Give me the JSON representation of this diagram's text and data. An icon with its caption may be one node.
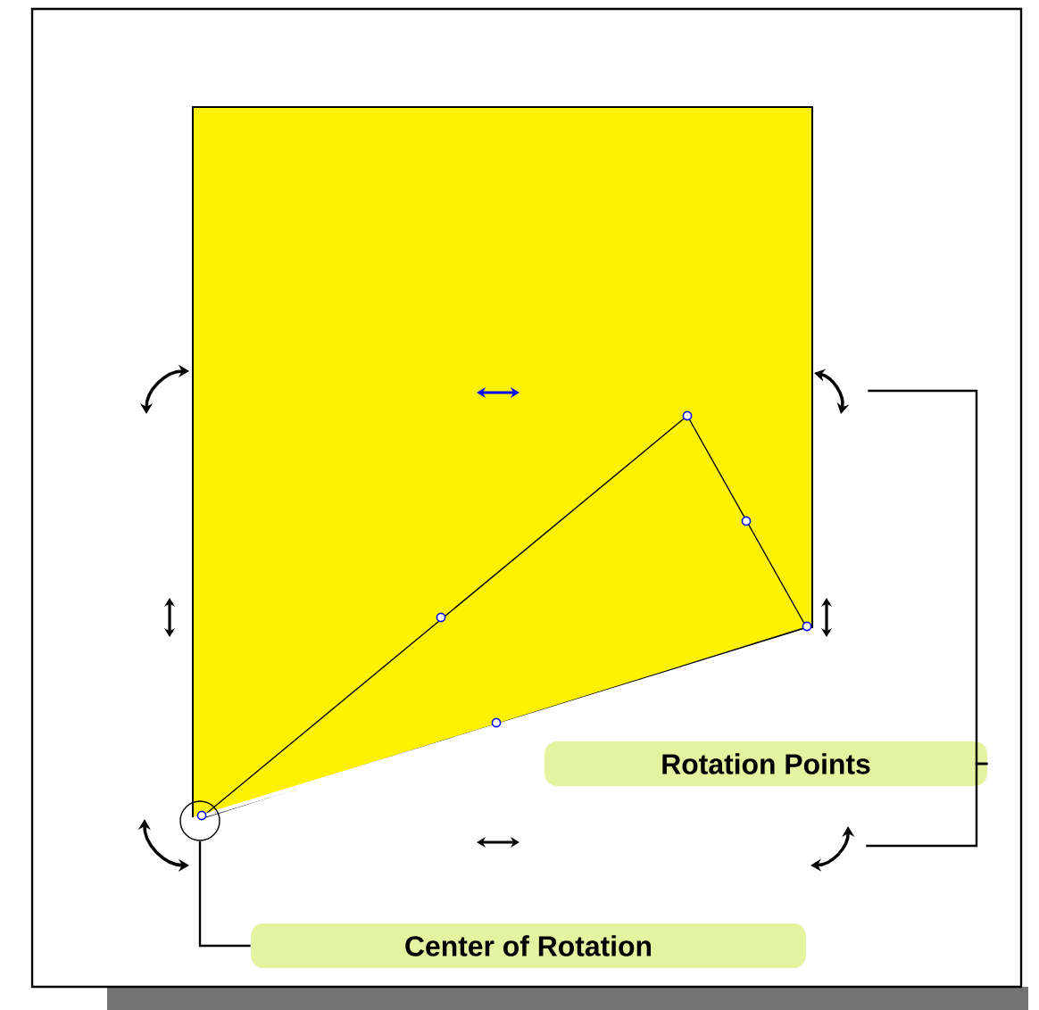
{
  "diagram": {
    "nodes": [
      {
        "text": [
          "Rotation Points"
        ]
      },
      {
        "text": [
          "Center of Rotation"
        ]
      },
      {
        "text": [],
        "shape": "circle"
      },
      {
        "text": [],
        "shape": "arrow"
      },
      {
        "text": [],
        "shape": "arrow"
      }
    ],
    "edges": [
      {
        "from": 0,
        "to": 3,
        "arrow": "none"
      },
      {
        "from": 0,
        "to": 4,
        "arrow": "none"
      },
      {
        "from": 1,
        "to": 2,
        "arrow": "none"
      }
    ]
  }
}
